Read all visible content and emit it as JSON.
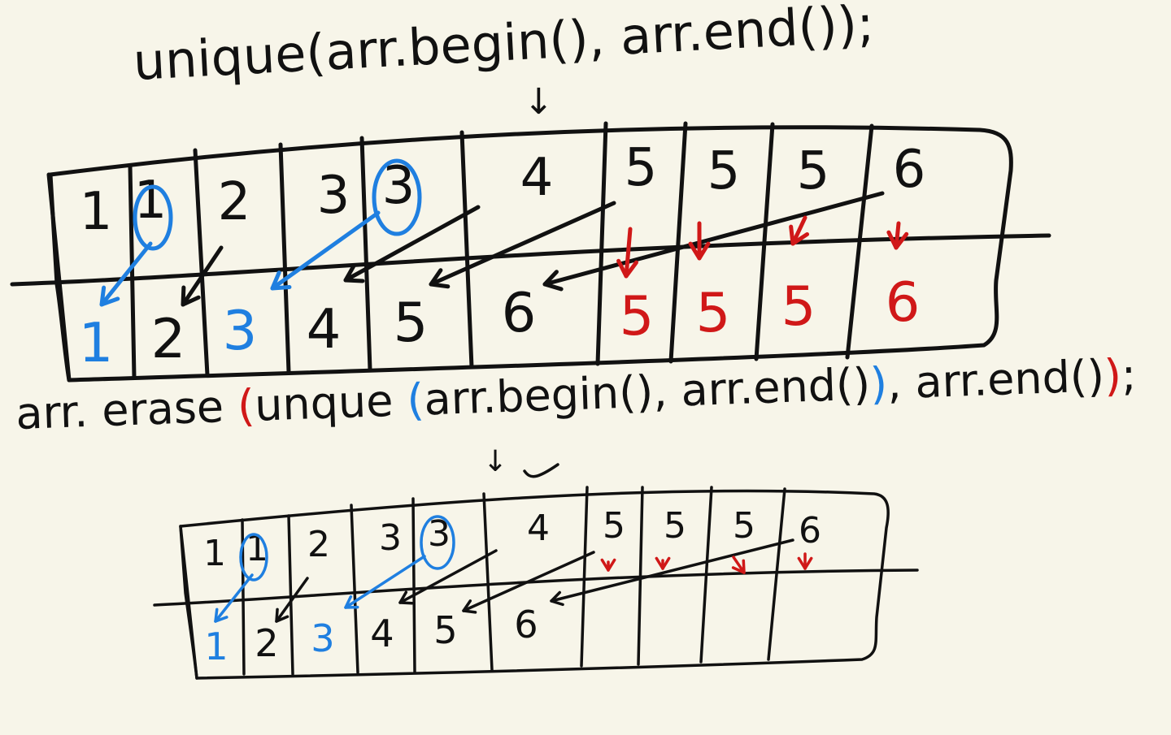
{
  "colors": {
    "background": "#f7f5e9",
    "ink": "#111111",
    "blue": "#1f7fe0",
    "red": "#d01818"
  },
  "top_label": "unique(arr.begin(), arr.end());",
  "bottom_label": {
    "parts": [
      {
        "text": "arr. erase ",
        "color": "ink"
      },
      {
        "text": "(",
        "color": "red"
      },
      {
        "text": "unque ",
        "color": "ink"
      },
      {
        "text": "(",
        "color": "blue"
      },
      {
        "text": "arr.begin(), arr.end()",
        "color": "ink"
      },
      {
        "text": ")",
        "color": "blue"
      },
      {
        "text": ", arr.end()",
        "color": "ink"
      },
      {
        "text": ")",
        "color": "red"
      },
      {
        "text": ";",
        "color": "ink"
      }
    ]
  },
  "down_arrow_glyph": "↓",
  "diagram_top": {
    "input": [
      {
        "v": "1",
        "color": "ink"
      },
      {
        "v": "1",
        "color": "ink",
        "circled": true
      },
      {
        "v": "2",
        "color": "ink"
      },
      {
        "v": "3",
        "color": "ink"
      },
      {
        "v": "3",
        "color": "ink",
        "circled": true
      },
      {
        "v": "4",
        "color": "ink"
      },
      {
        "v": "5",
        "color": "ink"
      },
      {
        "v": "5",
        "color": "ink"
      },
      {
        "v": "5",
        "color": "ink"
      },
      {
        "v": "6",
        "color": "ink"
      }
    ],
    "output": [
      {
        "v": "1",
        "color": "blue"
      },
      {
        "v": "2",
        "color": "ink"
      },
      {
        "v": "3",
        "color": "blue"
      },
      {
        "v": "4",
        "color": "ink"
      },
      {
        "v": "5",
        "color": "ink"
      },
      {
        "v": "6",
        "color": "ink"
      },
      {
        "v": "5",
        "color": "red"
      },
      {
        "v": "5",
        "color": "red"
      },
      {
        "v": "5",
        "color": "red"
      },
      {
        "v": "6",
        "color": "red"
      }
    ]
  },
  "diagram_bottom": {
    "input": [
      {
        "v": "1",
        "color": "ink"
      },
      {
        "v": "1",
        "color": "ink",
        "circled": true
      },
      {
        "v": "2",
        "color": "ink"
      },
      {
        "v": "3",
        "color": "ink"
      },
      {
        "v": "3",
        "color": "ink",
        "circled": true
      },
      {
        "v": "4",
        "color": "ink"
      },
      {
        "v": "5",
        "color": "ink"
      },
      {
        "v": "5",
        "color": "ink"
      },
      {
        "v": "5",
        "color": "ink"
      },
      {
        "v": "6",
        "color": "ink"
      }
    ],
    "output": [
      {
        "v": "1",
        "color": "blue"
      },
      {
        "v": "2",
        "color": "ink"
      },
      {
        "v": "3",
        "color": "blue"
      },
      {
        "v": "4",
        "color": "ink"
      },
      {
        "v": "5",
        "color": "ink"
      },
      {
        "v": "6",
        "color": "ink"
      },
      {
        "v": "",
        "color": "ink"
      },
      {
        "v": "",
        "color": "ink"
      },
      {
        "v": "",
        "color": "ink"
      },
      {
        "v": "",
        "color": "ink"
      }
    ]
  }
}
